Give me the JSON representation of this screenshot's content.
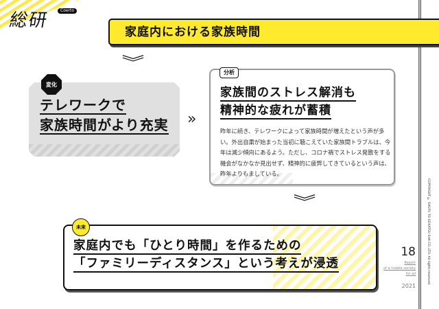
{
  "logo": {
    "text": "総研",
    "badge": "Coerto"
  },
  "title": "家庭内における家族時間",
  "change": {
    "tag": "変化",
    "line1": "テレワークで",
    "line2": "家族時間がより充実"
  },
  "analysis": {
    "tag": "分析",
    "line1": "家族間のストレス解消も",
    "line2": "精神的な疲れが蓄積",
    "body": "昨年に続き、テレワークによって家族時間が増えたという声が多い。外出自粛が始まった当初に聴こえていた家族間トラブルは、今年は減少傾向にあるよう。ただし、コロナ禍でストレス発散をする機会がなかなか見出せず、精神的に疲弊してきているという声は、昨年よりもましている。"
  },
  "future": {
    "tag": "未来",
    "line1": "家庭内でも「ひとり時間」を作るための",
    "line2": "「ファミリーディスタンス」という考えが浸透"
  },
  "footer": {
    "page": "18",
    "report1": "Report",
    "report2": "of a livable society",
    "report3": "for all",
    "year": "2021",
    "copyright": "COPYRIGHT © SHUFU TO SEIKATSU SHA CO.,LTD. All rights reserved."
  },
  "colors": {
    "accent": "#ffea2e",
    "gray": "#e0e0e0"
  }
}
